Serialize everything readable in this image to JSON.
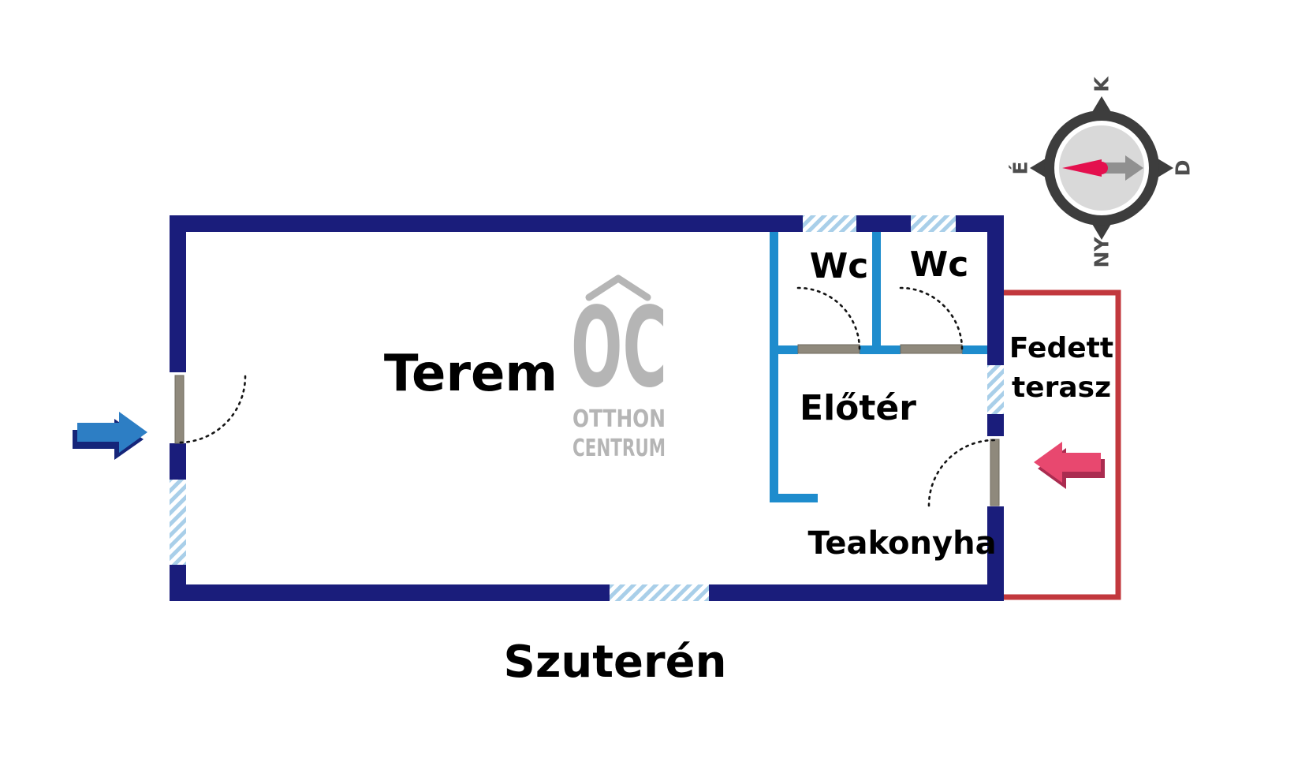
{
  "colors": {
    "wall": "#1a1d7b",
    "partition": "#1e8ccd",
    "window": "#a9cfe9",
    "terrace": "#c2383d",
    "door_leaf": "#8f897c",
    "logo": "#b5b5b5",
    "compass_ring": "#3d3d3d",
    "compass_face": "#d9d9d9",
    "compass_letters": "#4d4d4d",
    "needle_gray": "#909090",
    "needle_red": "#e4104e",
    "arrow_in": "#2d7ec4",
    "arrow_in_shadow": "#152579",
    "arrow_out": "#e8486f",
    "arrow_out_shadow": "#aa2c50"
  },
  "rooms": {
    "terem": "Terem",
    "wc_left": "Wc",
    "wc_right": "Wc",
    "eloter": "Előtér",
    "teakonyha": "Teakonyha",
    "terasz_line1": "Fedett",
    "terasz_line2": "terasz"
  },
  "floor_label": "Szuterén",
  "logo": {
    "monogram": "OC",
    "line1": "OTTHON",
    "line2": "CENTRUM"
  },
  "compass": {
    "top": "K",
    "right": "D",
    "bottom": "NY",
    "left": "É"
  }
}
